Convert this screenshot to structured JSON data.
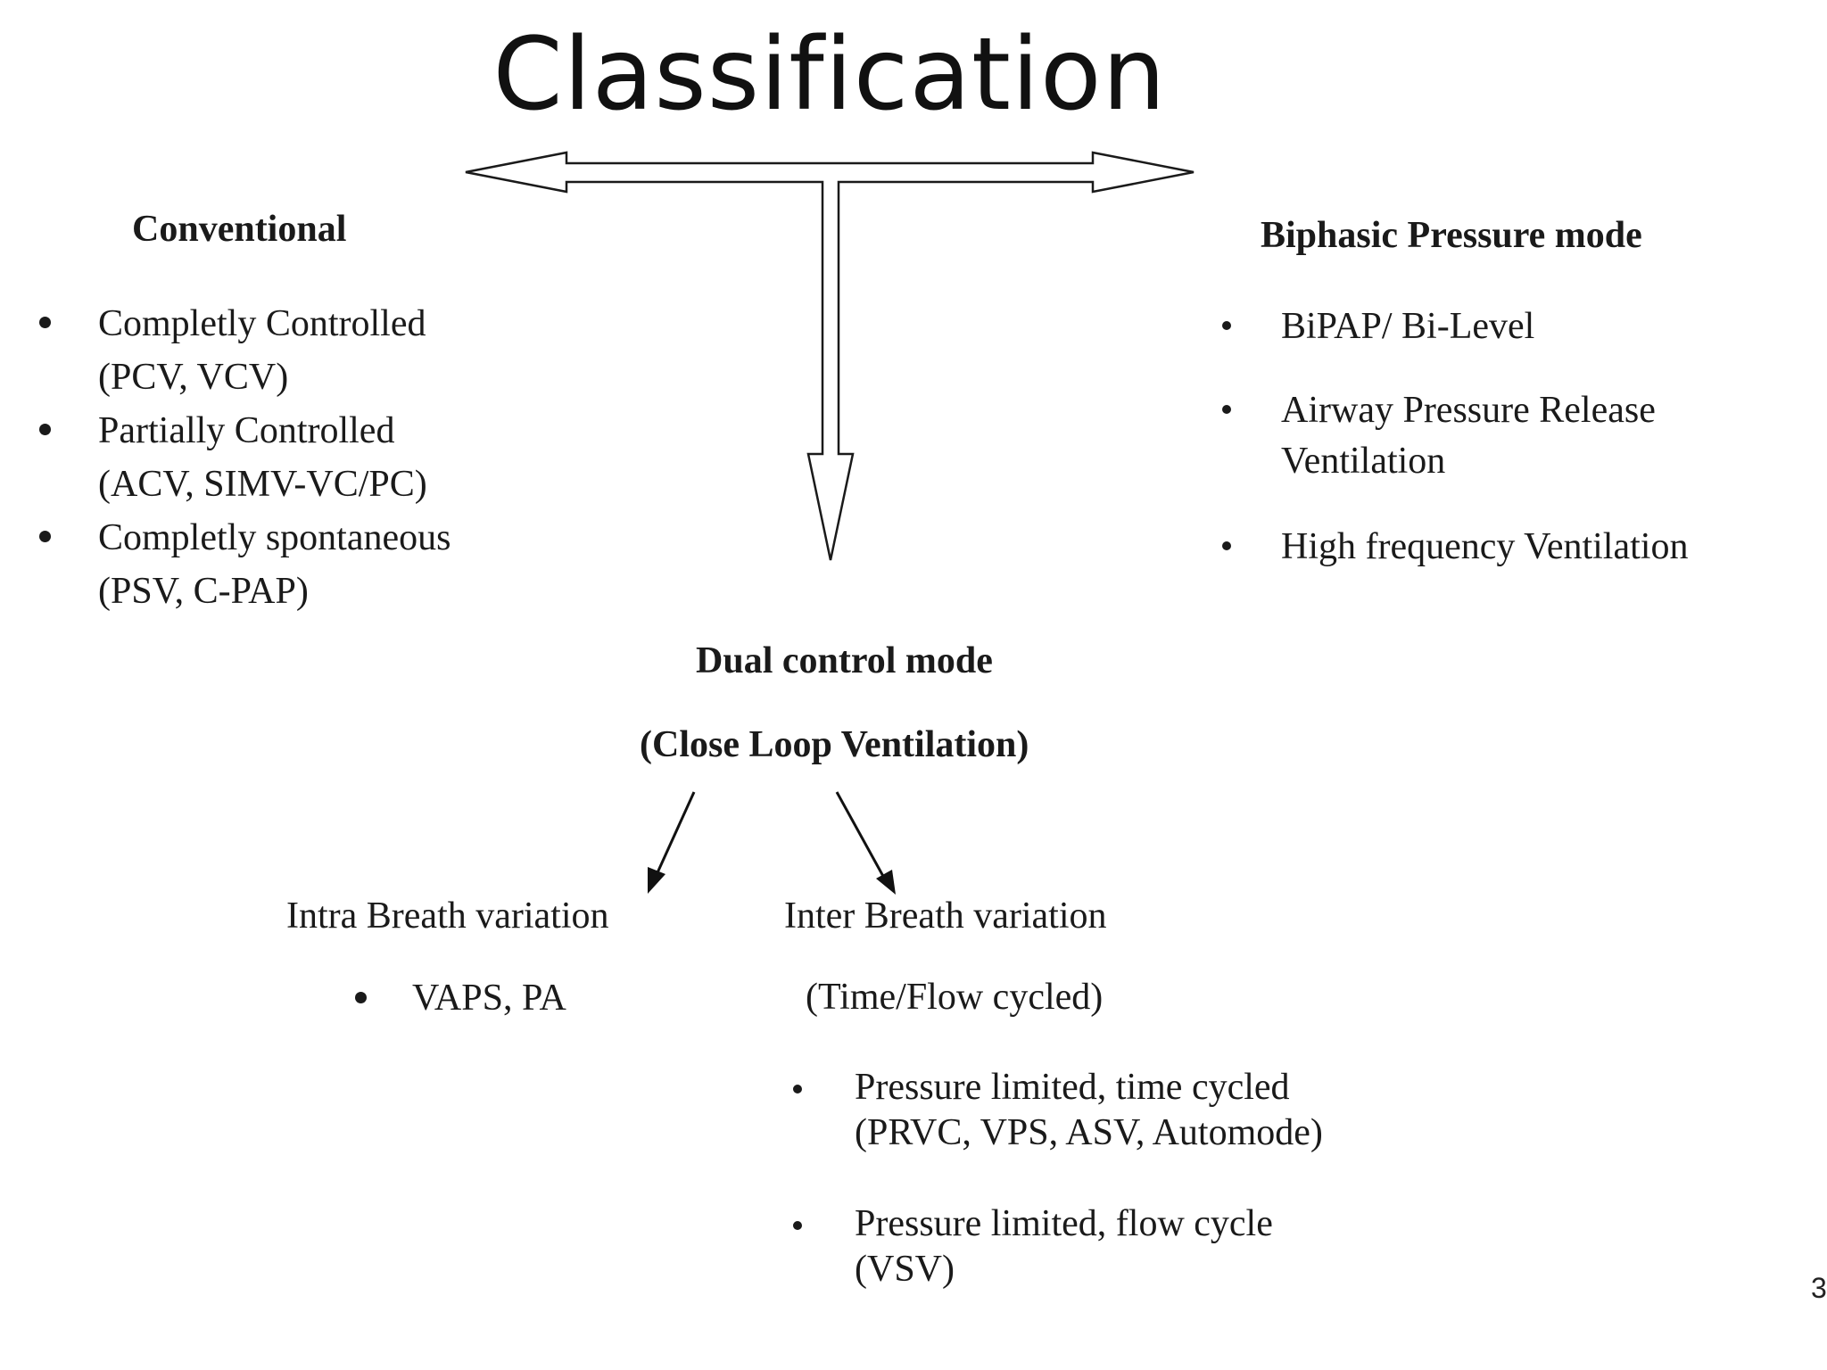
{
  "title": "Classification",
  "conventional": {
    "heading": "Conventional",
    "items": [
      {
        "line1": "Completly Controlled",
        "line2": "(PCV, VCV)"
      },
      {
        "line1": "Partially Controlled",
        "line2": "(ACV, SIMV-VC/PC)"
      },
      {
        "line1": "Completly spontaneous",
        "line2": "(PSV, C-PAP)"
      }
    ]
  },
  "biphasic": {
    "heading": "Biphasic Pressure mode",
    "items": [
      {
        "line1": "BiPAP/  Bi-Level",
        "line2": ""
      },
      {
        "line1": "Airway Pressure Release",
        "line2": "Ventilation"
      },
      {
        "line1": "High frequency Ventilation",
        "line2": ""
      }
    ]
  },
  "dual": {
    "heading": "Dual control mode",
    "subheading": "(Close Loop Ventilation)",
    "intra": {
      "label": "Intra Breath variation",
      "items": [
        "VAPS, PA"
      ]
    },
    "inter": {
      "label": "Inter Breath variation",
      "note": "(Time/Flow cycled)",
      "items": [
        {
          "line1": "Pressure limited, time cycled",
          "line2": "(PRVC, VPS, ASV, Automode)"
        },
        {
          "line1": "Pressure limited, flow cycle",
          "line2": "(VSV)"
        }
      ]
    }
  },
  "slide_number": "3"
}
